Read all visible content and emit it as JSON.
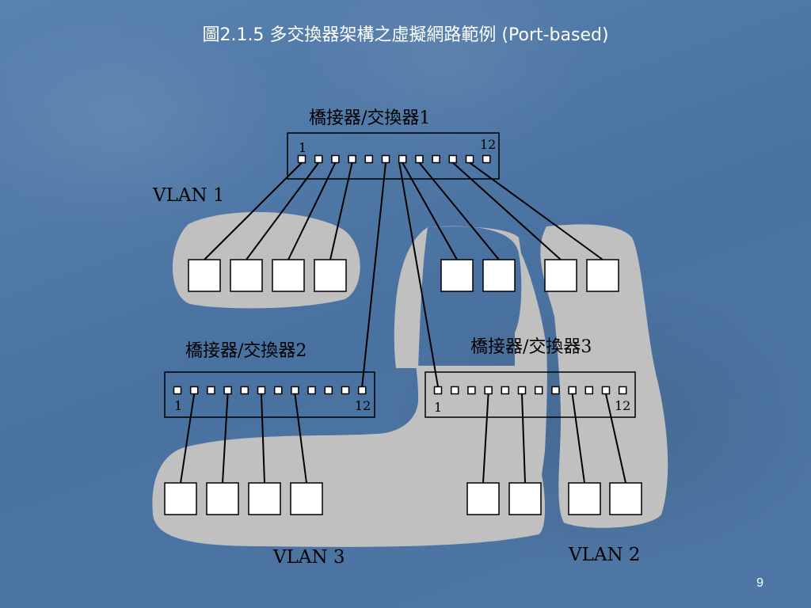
{
  "slide": {
    "title": "圖2.1.5 多交換器架構之虛擬網路範例 (Port-based)",
    "page_number": "9"
  },
  "switches": [
    {
      "name": "橋接器/交換器1",
      "port_first": "1",
      "port_last": "12"
    },
    {
      "name": "橋接器/交換器2",
      "port_first": "1",
      "port_last": "12"
    },
    {
      "name": "橋接器/交換器3",
      "port_first": "1",
      "port_last": "12"
    }
  ],
  "vlans": {
    "vlan1": "VLAN 1",
    "vlan2": "VLAN 2",
    "vlan3": "VLAN 3"
  },
  "colors": {
    "region": "#c0c0c0",
    "box_fill": "#ffffff",
    "line": "#000000"
  }
}
